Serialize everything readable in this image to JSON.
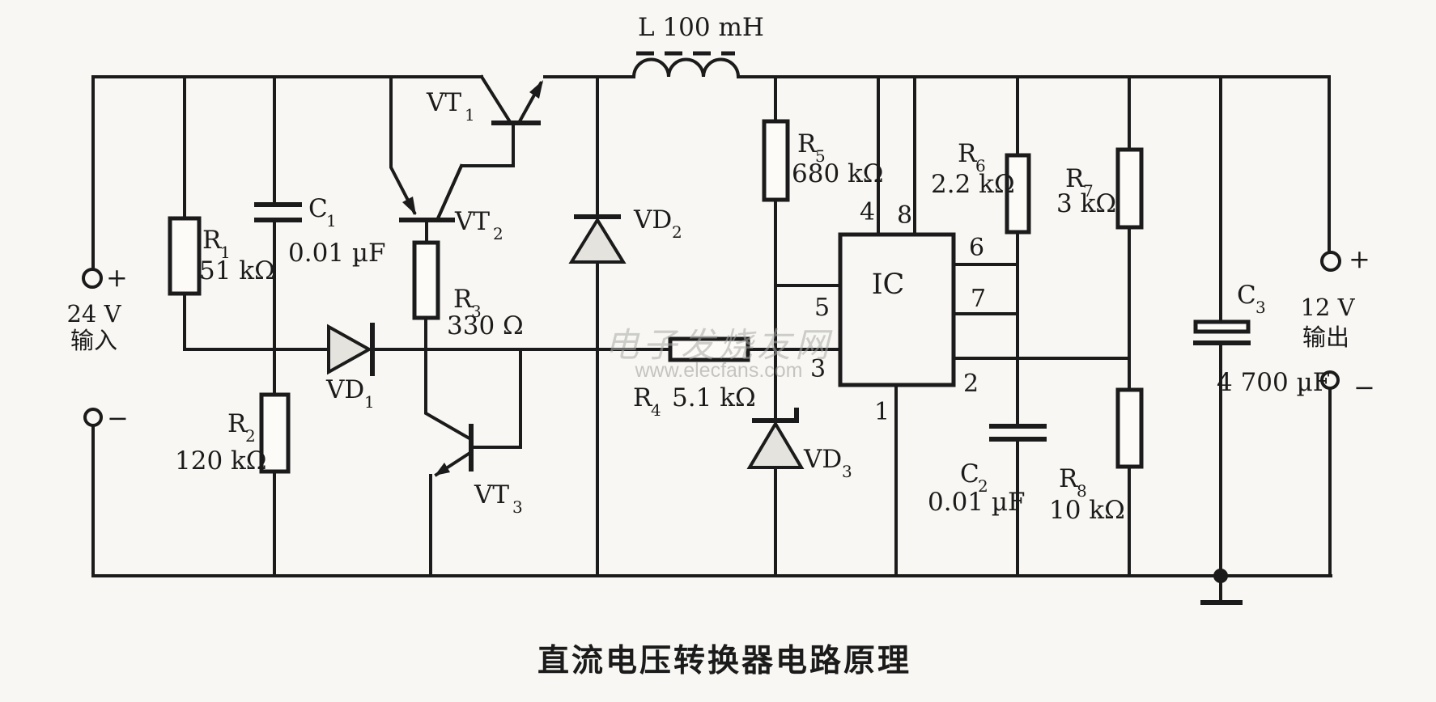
{
  "caption": "直流电压转换器电路原理",
  "watermark": {
    "line1": "电子发烧友网",
    "line2": "www.elecfans.com"
  },
  "input": {
    "plus": "+",
    "minus": "−",
    "voltage": "24 V",
    "label": "输入"
  },
  "output": {
    "plus": "+",
    "minus": "−",
    "voltage": "12 V",
    "label": "输出"
  },
  "inductor": {
    "label": "L 100 mH"
  },
  "ic": {
    "label": "IC",
    "pins": {
      "p1": "1",
      "p2": "2",
      "p3": "3",
      "p4": "4",
      "p5": "5",
      "p6": "6",
      "p7": "7",
      "p8": "8"
    }
  },
  "transistors": {
    "vt1": {
      "sym": "VT",
      "sub": "1"
    },
    "vt2": {
      "sym": "VT",
      "sub": "2"
    },
    "vt3": {
      "sym": "VT",
      "sub": "3"
    }
  },
  "diodes": {
    "vd1": {
      "sym": "VD",
      "sub": "1"
    },
    "vd2": {
      "sym": "VD",
      "sub": "2"
    },
    "vd3": {
      "sym": "VD",
      "sub": "3"
    }
  },
  "resistors": {
    "r1": {
      "sym": "R",
      "sub": "1",
      "value": "51 kΩ"
    },
    "r2": {
      "sym": "R",
      "sub": "2",
      "value": "120 kΩ"
    },
    "r3": {
      "sym": "R",
      "sub": "3",
      "value": "330 Ω"
    },
    "r4": {
      "sym": "R",
      "sub": "4",
      "value": "5.1 kΩ"
    },
    "r5": {
      "sym": "R",
      "sub": "5",
      "value": "680 kΩ"
    },
    "r6": {
      "sym": "R",
      "sub": "6",
      "value": "2.2 kΩ"
    },
    "r7": {
      "sym": "R",
      "sub": "7",
      "value": "3 kΩ"
    },
    "r8": {
      "sym": "R",
      "sub": "8",
      "value": "10 kΩ"
    }
  },
  "capacitors": {
    "c1": {
      "sym": "C",
      "sub": "1",
      "value": "0.01 µF"
    },
    "c2": {
      "sym": "C",
      "sub": "2",
      "value": "0.01 µF"
    },
    "c3": {
      "sym": "C",
      "sub": "3",
      "value": "4 700 µF"
    }
  }
}
